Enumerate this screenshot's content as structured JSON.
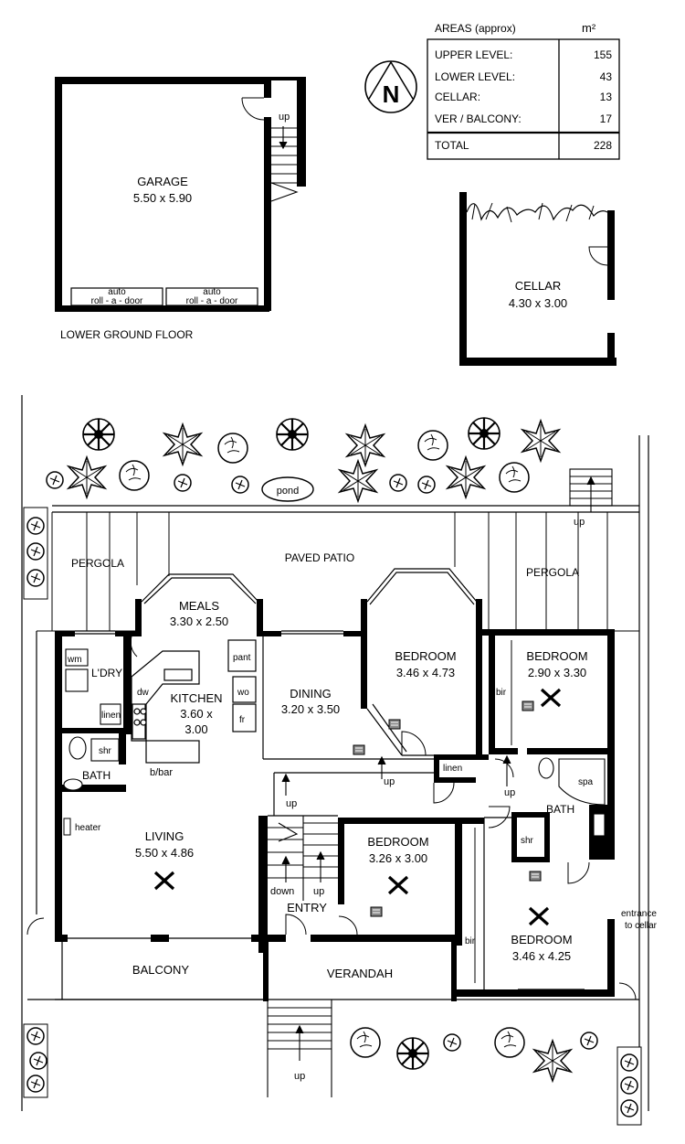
{
  "areas": {
    "title": "AREAS (approx)",
    "unit": "m²",
    "rows": [
      {
        "label": "UPPER LEVEL:",
        "value": "155"
      },
      {
        "label": "LOWER LEVEL:",
        "value": "43"
      },
      {
        "label": "CELLAR:",
        "value": "13"
      },
      {
        "label": "VER / BALCONY:",
        "value": "17"
      }
    ],
    "total_label": "TOTAL",
    "total_value": "228"
  },
  "north": "N",
  "lower_floor": {
    "caption": "LOWER GROUND FLOOR",
    "garage_name": "GARAGE",
    "garage_size": "5.50 x 5.90",
    "door_auto": "auto",
    "door_type": "roll - a - door",
    "stair_up": "up"
  },
  "cellar": {
    "name": "CELLAR",
    "size": "4.30 x 3.00"
  },
  "upper_floor": {
    "paved_patio": "PAVED PATIO",
    "pergola": "PERGOLA",
    "pond": "pond",
    "meals": {
      "name": "MEALS",
      "size": "3.30 x 2.50"
    },
    "kitchen": {
      "name": "KITCHEN",
      "size1": "3.60 x",
      "size2": "3.00"
    },
    "dining": {
      "name": "DINING",
      "size": "3.20 x 3.50"
    },
    "bed1": {
      "name": "BEDROOM",
      "size": "3.46 x 4.73"
    },
    "bed2": {
      "name": "BEDROOM",
      "size": "2.90 x 3.30"
    },
    "bed3": {
      "name": "BEDROOM",
      "size": "3.26 x 3.00"
    },
    "bed4": {
      "name": "BEDROOM",
      "size": "3.46 x 4.25"
    },
    "living": {
      "name": "LIVING",
      "size": "5.50 x 4.86"
    },
    "ldry": "L'DRY",
    "bath": "BATH",
    "balcony": "BALCONY",
    "verandah": "VERANDAH",
    "entry": "ENTRY",
    "wm": "wm",
    "linen": "linen",
    "dw": "dw",
    "pant": "pant",
    "wo": "wo",
    "fr": "fr",
    "shr": "shr",
    "bbar": "b/bar",
    "heater": "heater",
    "bir": "bir",
    "spa": "spa",
    "up": "up",
    "down": "down",
    "entrance1": "entrance",
    "entrance2": "to cellar"
  }
}
